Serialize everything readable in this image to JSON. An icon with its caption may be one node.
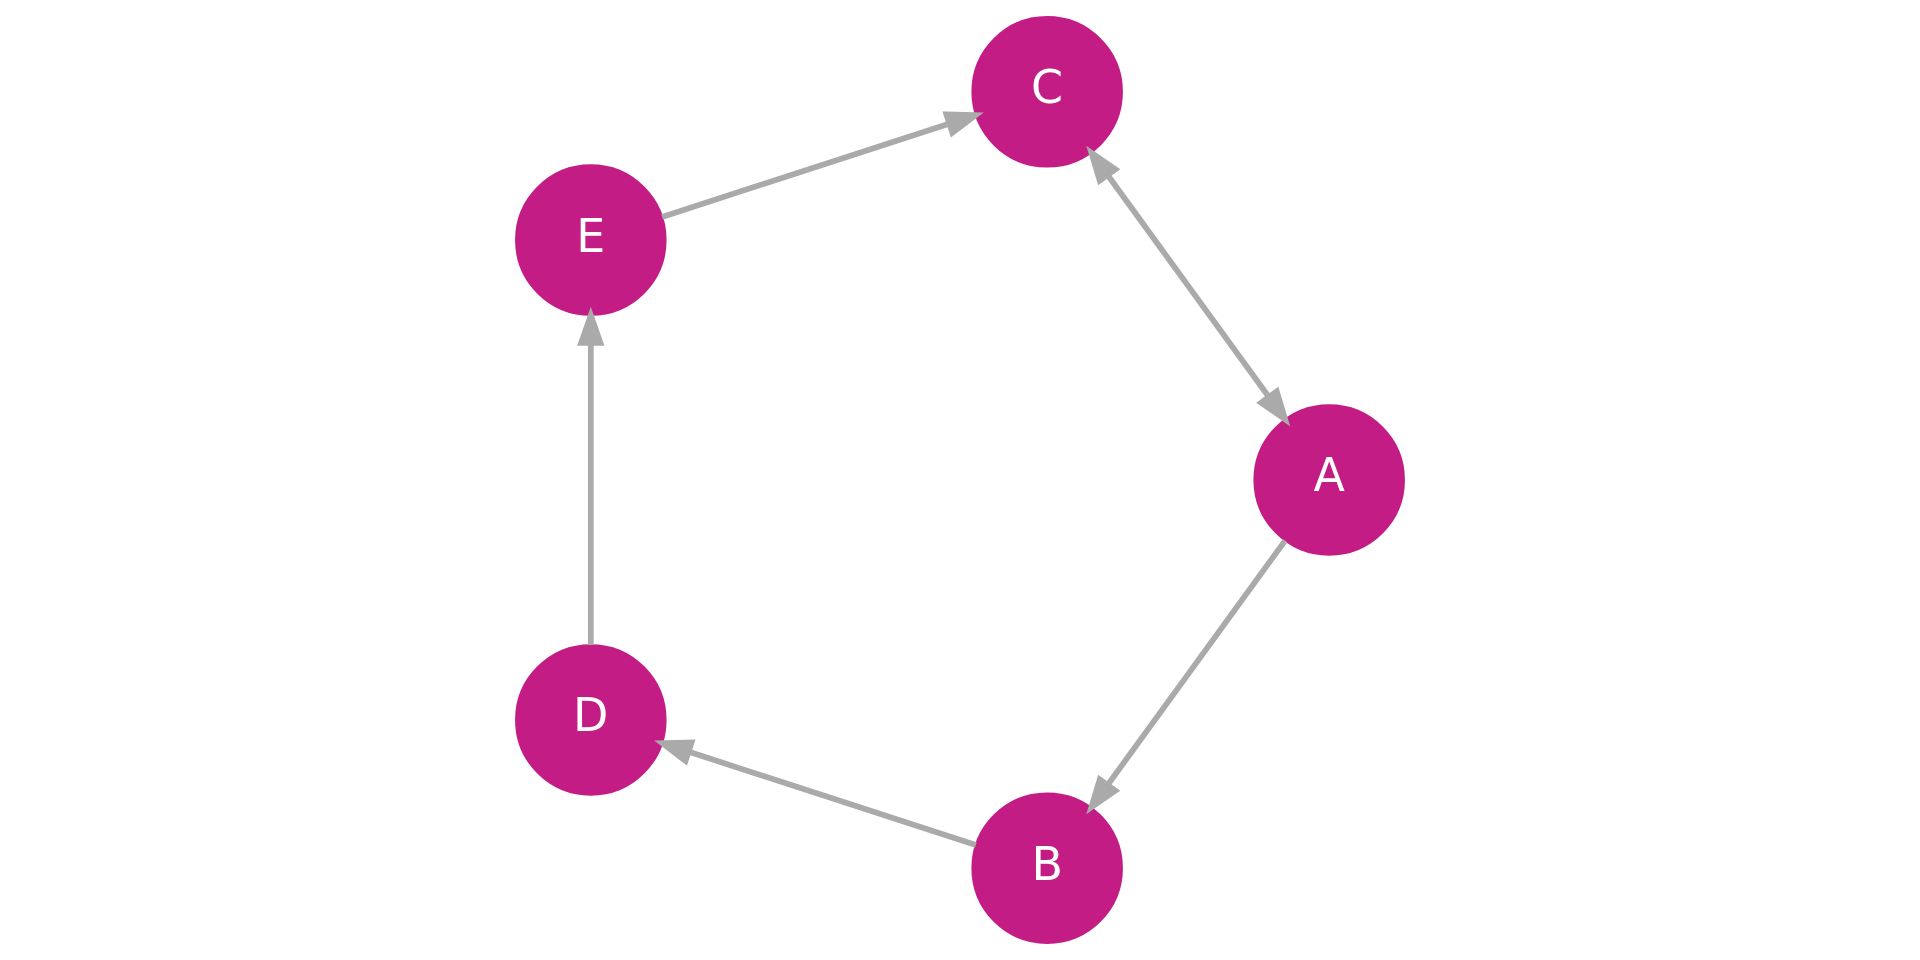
{
  "diagram": {
    "nodes": [
      {
        "text": [
          "B"
        ]
      },
      {
        "text": [
          "D"
        ]
      },
      {
        "text": [
          "A"
        ]
      },
      {
        "text": [
          "E"
        ]
      },
      {
        "text": [
          "C"
        ]
      }
    ],
    "edges": [
      {
        "from": 2,
        "to": 0,
        "arrow": "to"
      },
      {
        "from": 0,
        "to": 1,
        "arrow": "to"
      },
      {
        "from": 1,
        "to": 3,
        "arrow": "to"
      },
      {
        "from": 3,
        "to": 4,
        "arrow": "to"
      },
      {
        "from": 2,
        "to": 4,
        "arrow": "both"
      }
    ]
  }
}
